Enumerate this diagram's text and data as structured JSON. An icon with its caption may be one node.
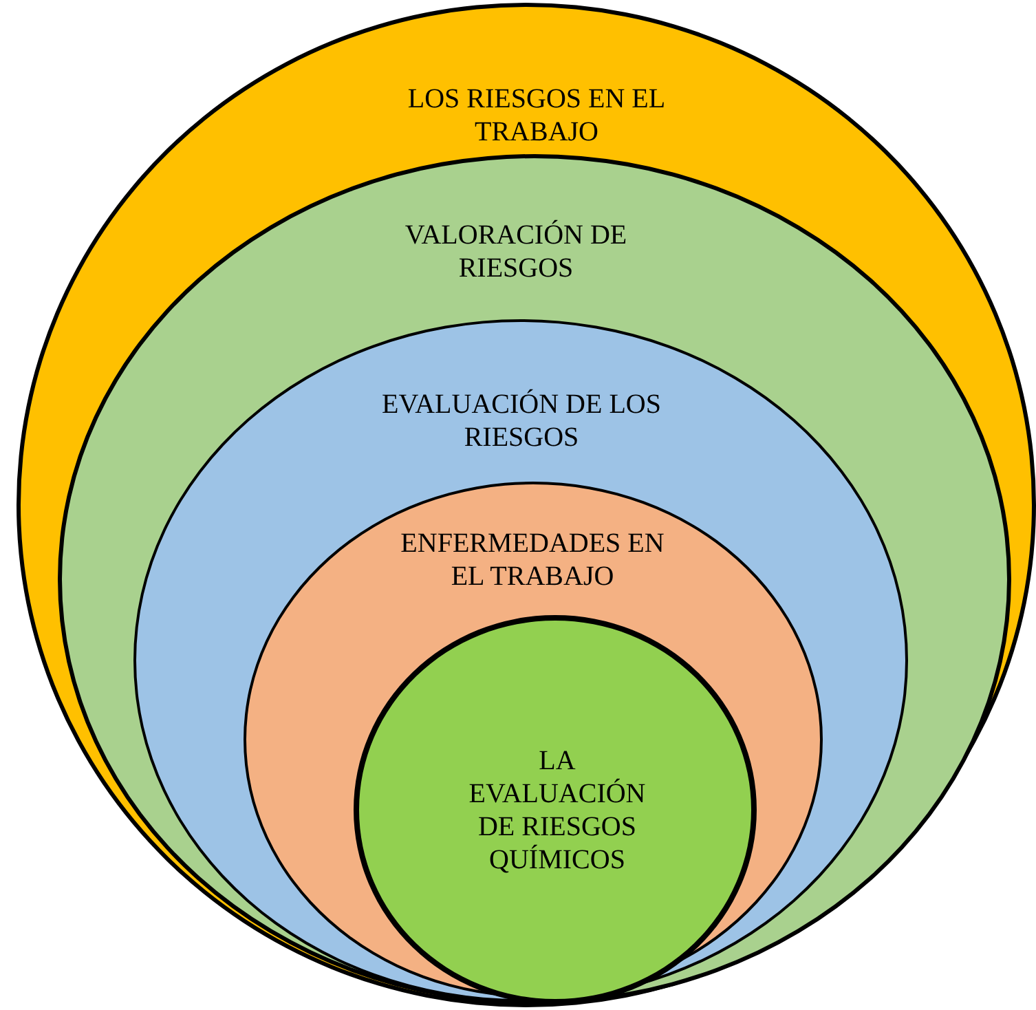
{
  "diagram": {
    "nodes": [
      {
        "text": [
          "LOS RIESGOS EN EL TRABAJO"
        ]
      },
      {
        "text": [
          "VALORACIÓN DE RIESGOS"
        ],
        "in": 0
      },
      {
        "text": [
          "EVALUACIÓN DE LOS RIESGOS"
        ],
        "in": 1
      },
      {
        "text": [
          "ENFERMEDADES EN EL TRABAJO"
        ],
        "in": 2
      },
      {
        "text": [
          "LA EVALUACIÓN DE RIESGOS QUÍMICOS"
        ],
        "in": 3
      }
    ]
  }
}
